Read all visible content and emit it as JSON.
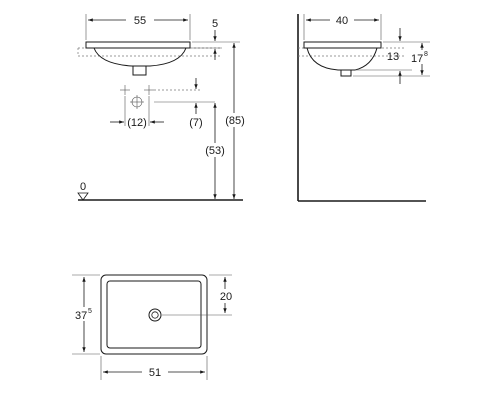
{
  "front_view": {
    "width_label": "55",
    "rim_label": "5",
    "height_label": "(85)",
    "drain_height_label": "(53)",
    "drain_offset_label": "(7)",
    "fixing_spacing_label": "(12)",
    "floor_label": "0"
  },
  "side_view": {
    "width_label": "40",
    "inner_depth_label": "13",
    "depth_label_main": "17",
    "depth_label_sup": "8"
  },
  "top_view": {
    "width_label": "51",
    "half_depth_label": "20",
    "depth_label_main": "37",
    "depth_label_sup": "5"
  }
}
